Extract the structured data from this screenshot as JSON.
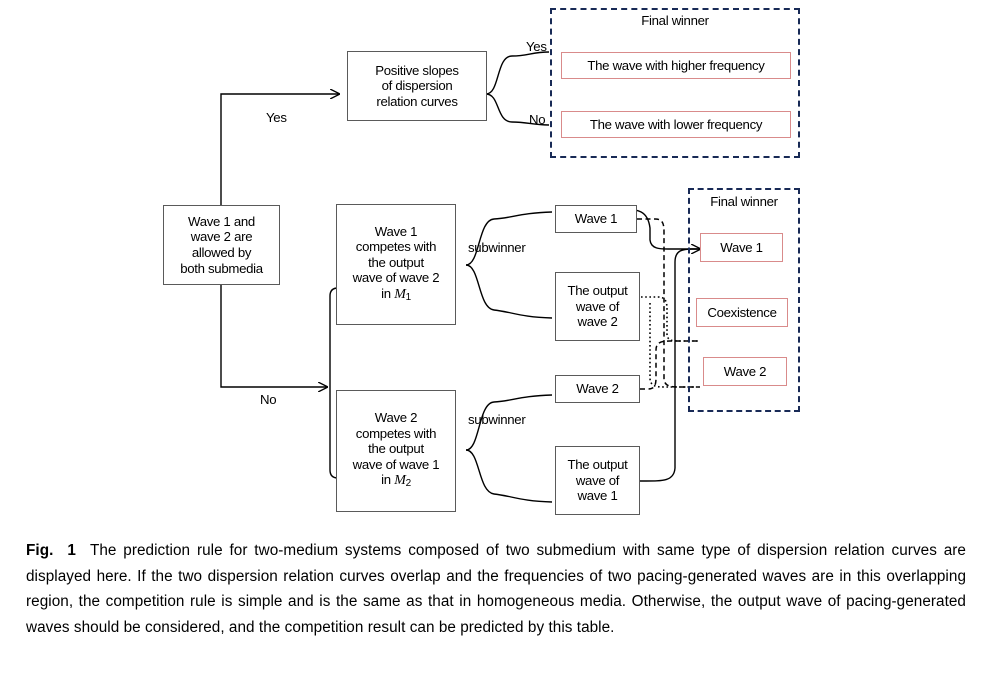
{
  "figure": {
    "label": "Fig.",
    "number": "1",
    "caption": "The prediction rule for two-medium systems composed of two submedium with same type of dispersion relation curves are displayed here.    If the two dispersion relation curves overlap and the frequencies of two pacing-generated waves are in this overlapping region, the competition rule is simple and is the same as that in homogeneous media.    Otherwise, the output wave of pacing-generated waves should be considered, and the competition result can be predicted by this table."
  },
  "colors": {
    "node_border": "#5a5a5a",
    "red_border": "#d98b8b",
    "group_border": "#182a56",
    "line": "#000000",
    "background": "#ffffff"
  },
  "nodes": {
    "start": {
      "lines": [
        "Wave 1 and",
        "wave 2 are",
        "allowed by",
        "both submedia"
      ]
    },
    "positive_slopes": {
      "lines": [
        "Positive slopes",
        "of dispersion",
        "relation curves"
      ]
    },
    "m1_competition": {
      "lines": [
        "Wave 1",
        "competes with",
        "the output",
        "wave of wave 2",
        "in M1"
      ],
      "medium": "M",
      "medium_index": "1"
    },
    "m2_competition": {
      "lines": [
        "Wave 2",
        "competes with",
        "the output",
        "wave of wave 1",
        "in M2"
      ],
      "medium": "M",
      "medium_index": "2"
    },
    "sub_wave1": {
      "label": "Wave 1"
    },
    "sub_output_wave2": {
      "lines": [
        "The output",
        "wave of",
        "wave 2"
      ]
    },
    "sub_wave2": {
      "label": "Wave 2"
    },
    "sub_output_wave1": {
      "lines": [
        "The output",
        "wave of",
        "wave 1"
      ]
    }
  },
  "groups": {
    "top_final_winner": {
      "title": "Final winner",
      "results": [
        {
          "label": "The wave with higher frequency"
        },
        {
          "label": "The wave with lower frequency"
        }
      ]
    },
    "bottom_final_winner": {
      "title": "Final winner",
      "results": [
        {
          "label": "Wave 1"
        },
        {
          "label": "Coexistence"
        },
        {
          "label": "Wave 2"
        }
      ]
    }
  },
  "edge_labels": {
    "yes_branch": "Yes",
    "no_branch": "No",
    "yes_top": "Yes",
    "no_top": "No",
    "subwinner_top": "subwinner",
    "subwinner_bottom": "subwinner"
  }
}
